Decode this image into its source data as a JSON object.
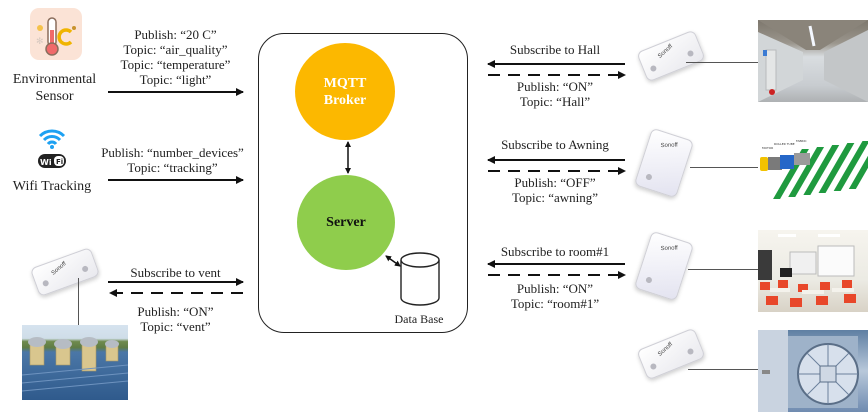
{
  "left": {
    "environmental_sensor": {
      "label_line1": "Environmental",
      "label_line2": "Sensor",
      "icon": "thermometer-celsius-icon",
      "messages": [
        "Publish: “20 C”",
        "Topic: “air_quality”",
        "Topic: “temperature”",
        "Topic: “light”"
      ]
    },
    "wifi_tracking": {
      "label": "Wifi Tracking",
      "icon": "wifi-icon",
      "badge": "Wi Fi",
      "messages": [
        "Publish: “number_devices”",
        "Topic: “tracking”"
      ]
    },
    "vent": {
      "subscribe": "Subscribe to vent",
      "publish": "Publish: “ON”",
      "topic": "Topic: “vent”"
    }
  },
  "core": {
    "broker_line1": "MQTT",
    "broker_line2": "Broker",
    "server": "Server",
    "database": "Data Base",
    "colors": {
      "broker": "#fcb800",
      "server": "#8fcd4c"
    }
  },
  "right": {
    "hall": {
      "subscribe": "Subscribe to Hall",
      "publish": "Publish: “ON”",
      "topic": "Topic: “Hall”"
    },
    "awning": {
      "subscribe": "Subscribe to Awning",
      "publish": "Publish: “OFF”",
      "topic": "Topic: “awning”"
    },
    "room": {
      "subscribe": "Subscribe to room#1",
      "publish": "Publish: “ON”",
      "topic": "Topic: “room#1”"
    }
  },
  "device_brand": "Sonoff"
}
